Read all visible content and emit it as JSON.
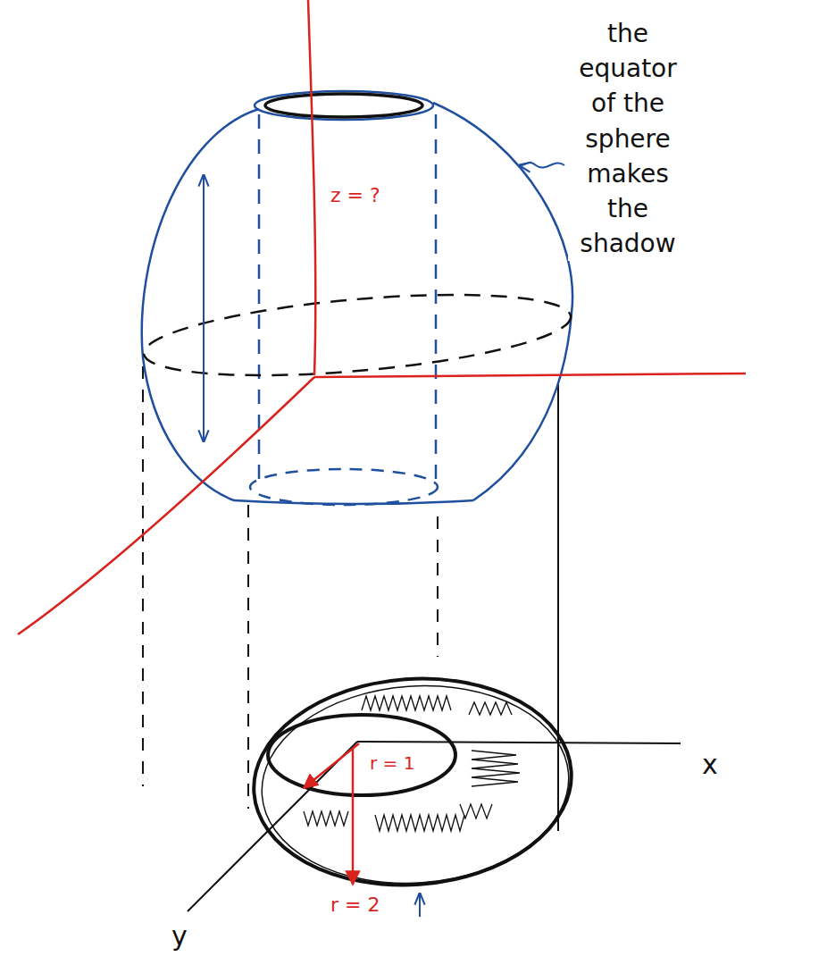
{
  "diagram": {
    "labels": [
      "z = ?",
      "the equator of the sphere makes the shadow",
      "r = 1",
      "r = 2",
      "x",
      "y"
    ]
  }
}
